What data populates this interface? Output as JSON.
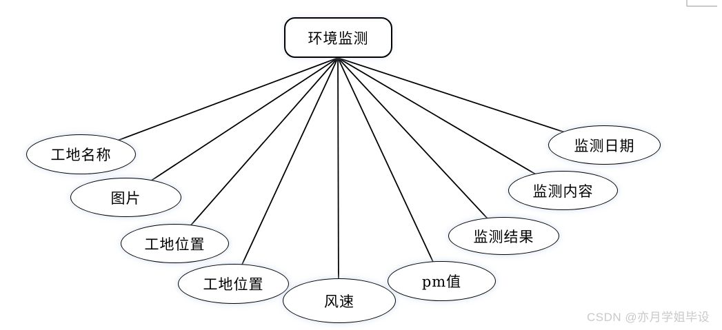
{
  "diagram": {
    "root": {
      "label": "环境监测"
    },
    "attributes": [
      {
        "label": "工地名称"
      },
      {
        "label": "图片"
      },
      {
        "label": "工地位置"
      },
      {
        "label": "工地位置"
      },
      {
        "label": "风速"
      },
      {
        "label": "pm值"
      },
      {
        "label": "监测结果"
      },
      {
        "label": "监测内容"
      },
      {
        "label": "监测日期"
      }
    ],
    "colors": {
      "line": "#000000",
      "node_fill": "#ffffff",
      "node_stroke": "#000000",
      "corner_mark": "#b5b5b5",
      "watermark": "#c9c9c9"
    }
  },
  "watermark": {
    "text": "CSDN @亦月学姐毕设"
  }
}
